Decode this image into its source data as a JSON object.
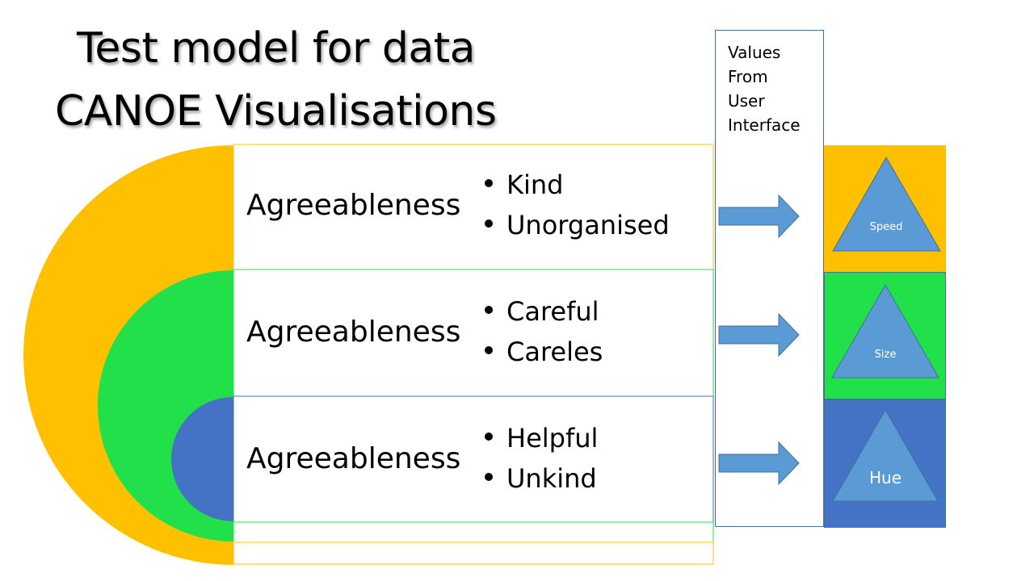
{
  "title": {
    "line1": "Test model for data",
    "line2": "CANOE Visualisations"
  },
  "input_box": {
    "lines": [
      "Values",
      "From",
      "User",
      "Interface"
    ]
  },
  "rows": [
    {
      "label": "Agreeableness",
      "bullets": [
        "Kind",
        "Unorganised"
      ],
      "output": "Speed"
    },
    {
      "label": "Agreeableness",
      "bullets": [
        "Careful",
        "Careles"
      ],
      "output": "Size"
    },
    {
      "label": "Agreeableness",
      "bullets": [
        "Helpful",
        "Unkind"
      ],
      "output": "Hue"
    }
  ],
  "colors": {
    "outer_ring": "#FFC000",
    "middle_ring": "#22E04A",
    "inner_ring": "#4472C4",
    "triangle": "#5B9BD5",
    "arrow": "#5B9BD5",
    "box_border": "#41719C"
  },
  "icons": [
    "right-arrow-icon",
    "triangle-icon"
  ]
}
